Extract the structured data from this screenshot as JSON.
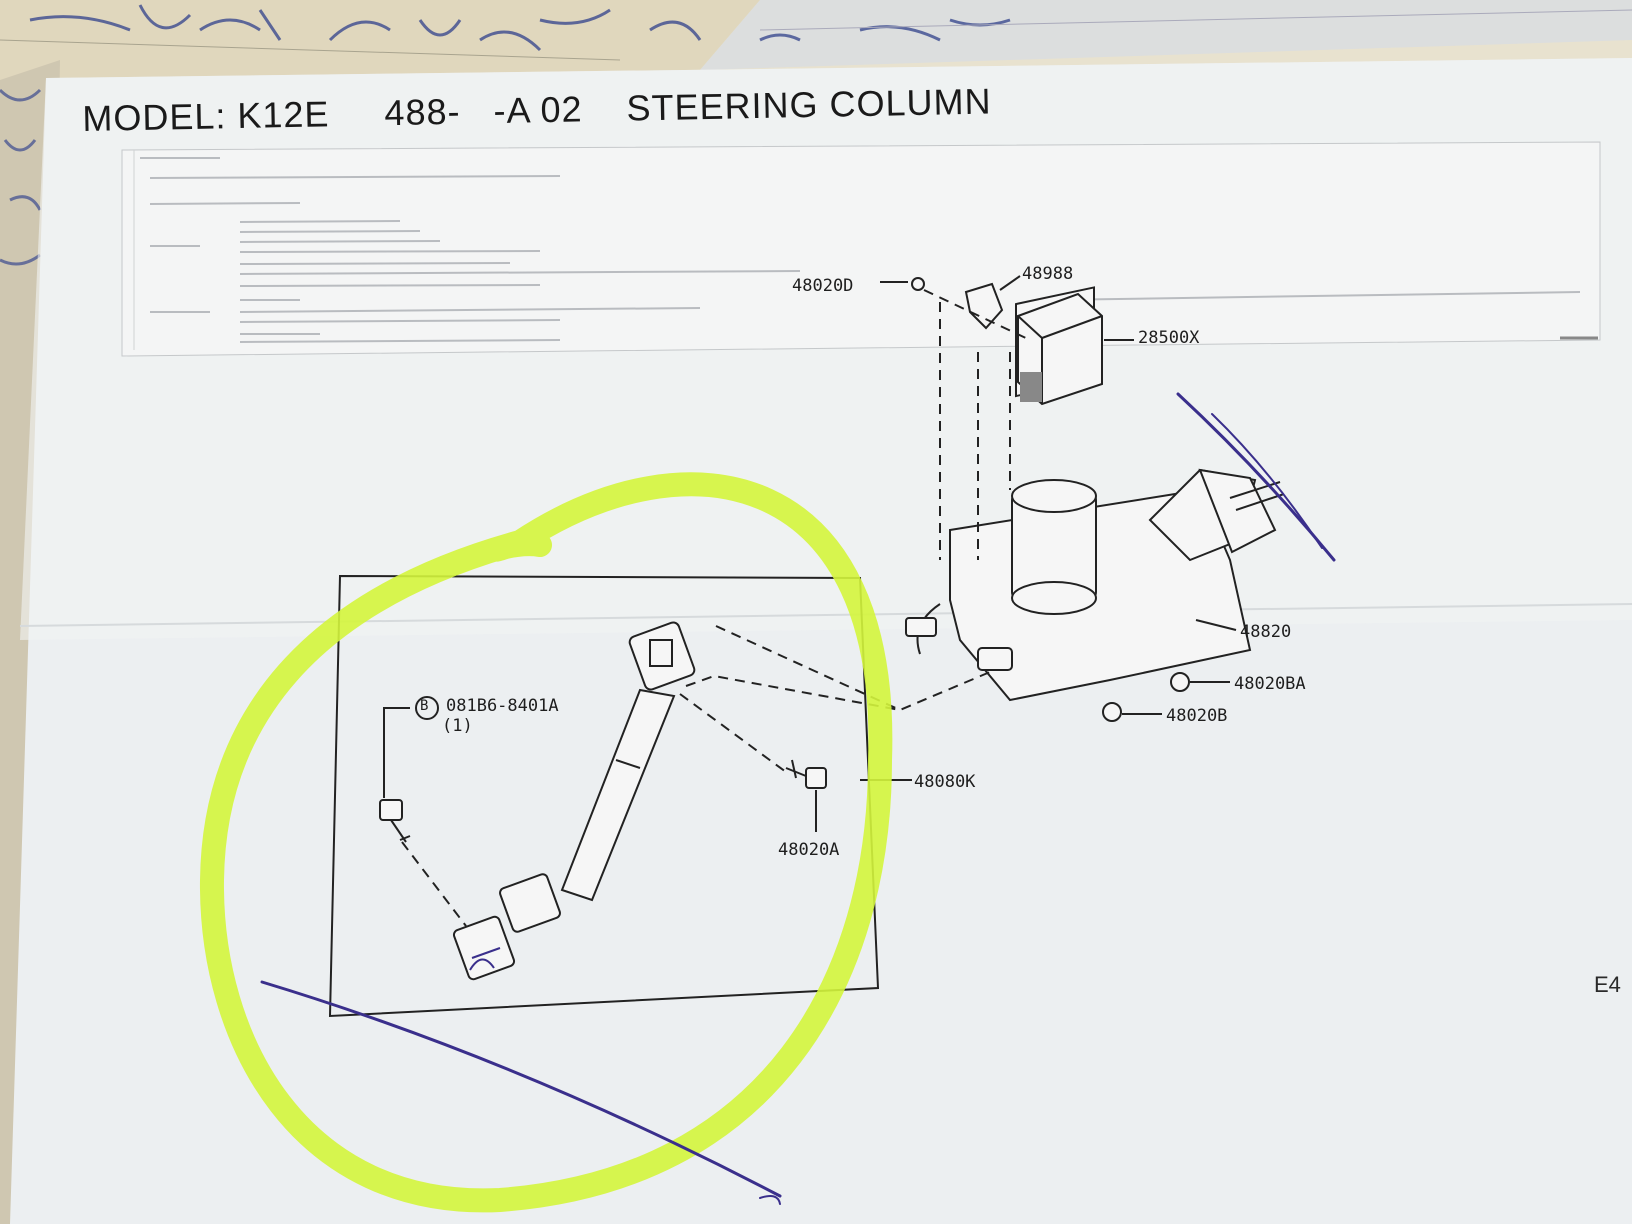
{
  "document": {
    "title_model": "MODEL: K12E",
    "title_code": "488-   -A 02",
    "title_name": "STEERING COLUMN",
    "page_code": "E4"
  },
  "parts": {
    "p48020D": "48020D",
    "p48988": "48988",
    "p28500X": "28500X",
    "p48820": "48820",
    "p48020BA": "48020BA",
    "p48020B": "48020B",
    "p081B6": "081B6-8401A",
    "p081B6_qty": "(1)",
    "p081B6_marker": "B",
    "p48080K": "48080K",
    "p48020A": "48020A"
  },
  "colors": {
    "highlight": "#d4f53c",
    "pen": "#3a2f8c",
    "paper": "#eceff1"
  }
}
